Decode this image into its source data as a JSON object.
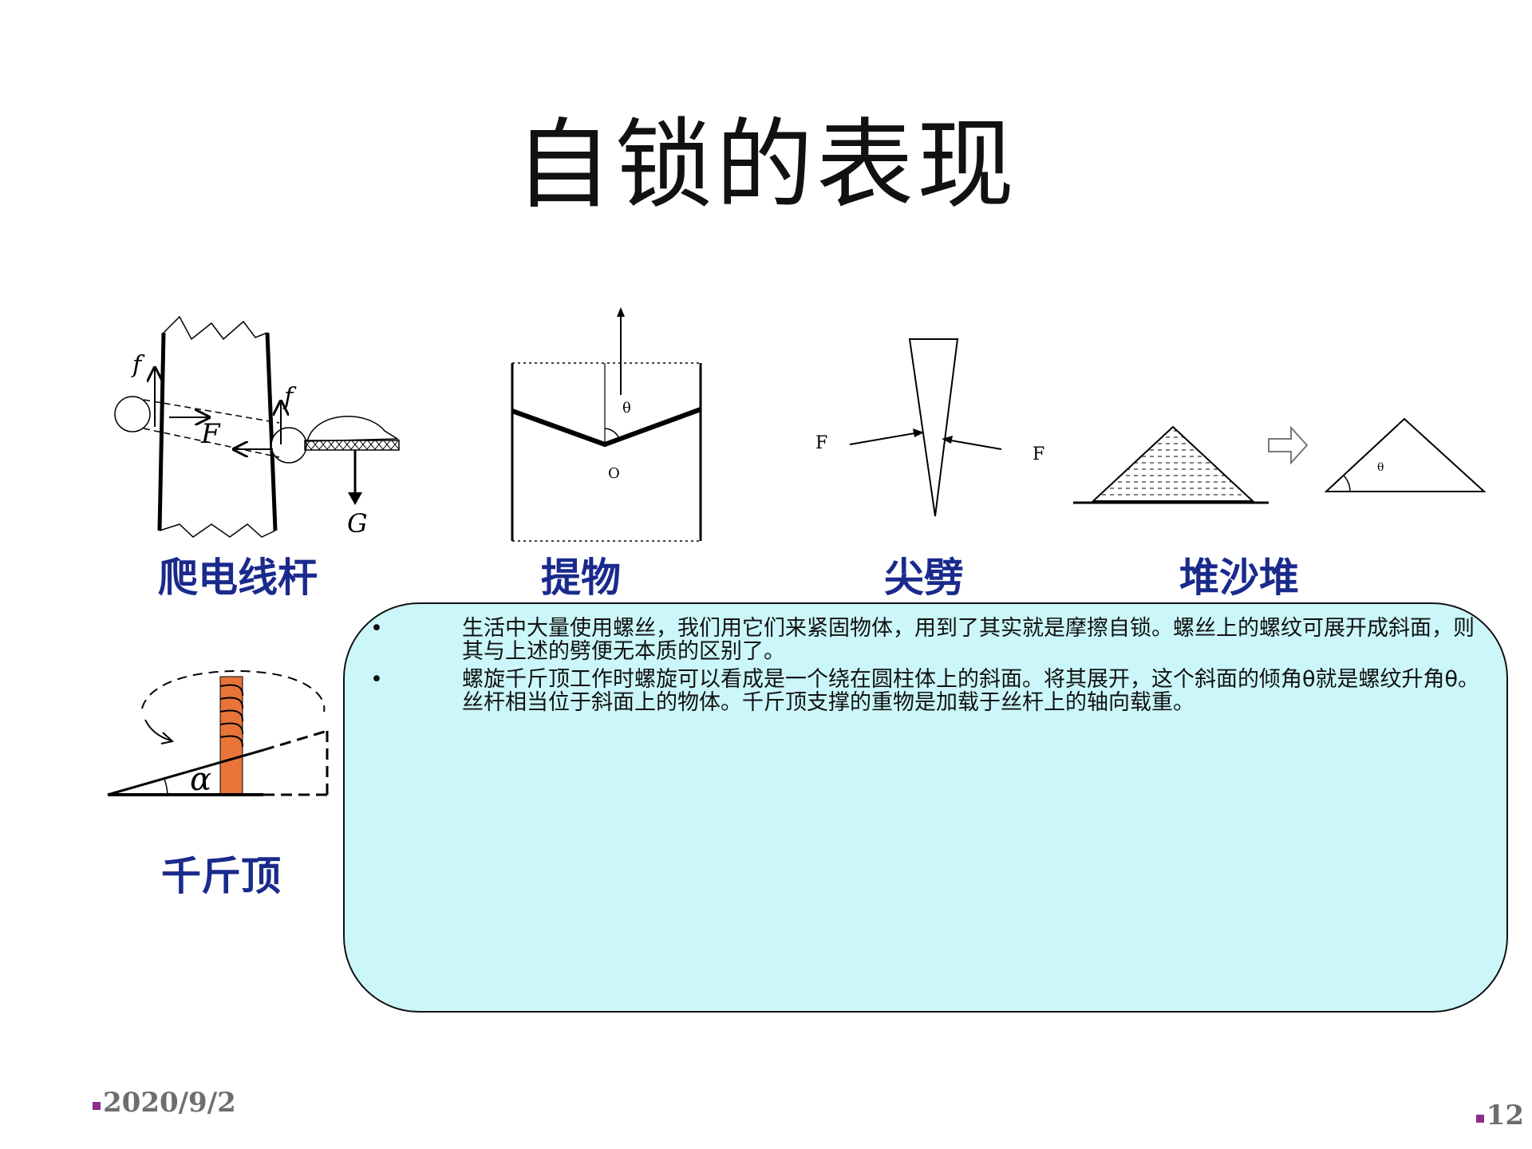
{
  "title": "自锁的表现",
  "figures": {
    "pole": {
      "caption": "爬电线杆",
      "labels": {
        "f_left": "f",
        "f_right": "f",
        "force": "F",
        "weight": "G"
      }
    },
    "lifting": {
      "caption": "提物",
      "labels": {
        "theta": "θ",
        "origin": "O"
      }
    },
    "wedge": {
      "caption": "尖劈",
      "labels": {
        "force_left": "F",
        "force_right": "F"
      }
    },
    "sand": {
      "caption": "堆沙堆",
      "labels": {
        "angle": "θ"
      }
    },
    "jack": {
      "caption": "千斤顶",
      "labels": {
        "alpha": "α"
      }
    }
  },
  "info_box": {
    "bullet_char": "•",
    "items": [
      "生活中大量使用螺丝，我们用它们来紧固物体，用到了其实就是摩擦自锁。螺丝上的螺纹可展开成斜面，则其与上述的劈便无本质的区别了。",
      "螺旋千斤顶工作时螺旋可以看成是一个绕在圆柱体上的斜面。将其展开，这个斜面的倾角θ就是螺纹升角θ。丝杆相当位于斜面上的物体。千斤顶支撑的重物是加载于丝杆上的轴向载重。"
    ]
  },
  "footer": {
    "date": "2020/9/2",
    "page": "12"
  },
  "colors": {
    "caption": "#1a2a8c",
    "box_fill": "#ccf7fa",
    "screw": "#e8743a",
    "footer_mark": "#8b2b8c"
  }
}
